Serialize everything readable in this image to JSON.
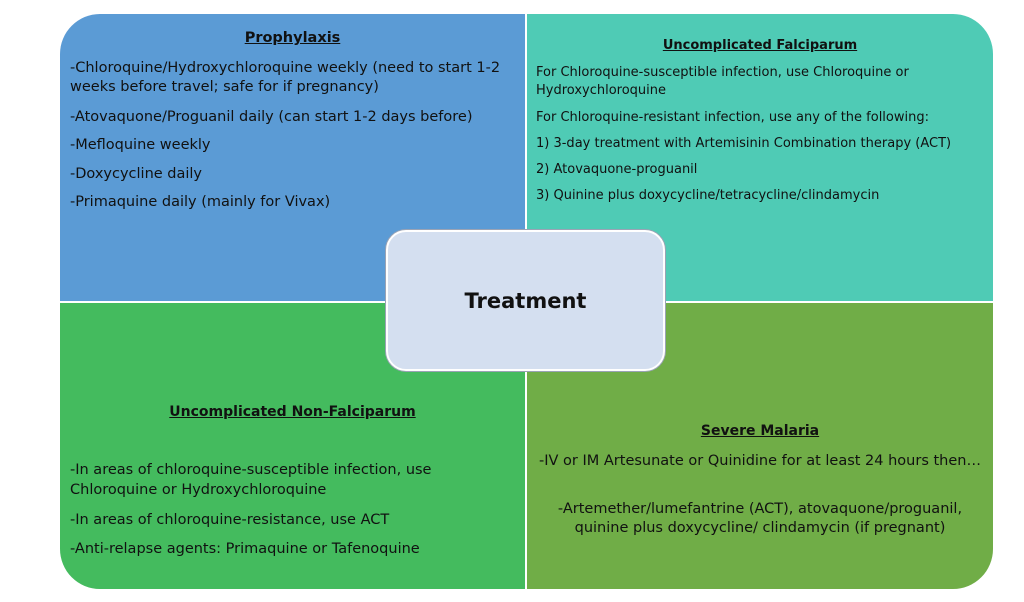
{
  "colors": {
    "prophylaxis": "#5b9bd5",
    "uncomplicated_falciparum": "#4fcbb5",
    "uncomplicated_non_falciparum": "#44bb5e",
    "severe_malaria": "#70ad47",
    "center": "#d4dff0"
  },
  "center": {
    "label": "Treatment"
  },
  "quadrants": {
    "prophylaxis": {
      "title": "Prophylaxis",
      "lines": [
        "-Chloroquine/Hydroxychloroquine weekly (need to start 1-2 weeks before travel; safe for if pregnancy)",
        "-Atovaquone/Proguanil daily (can start 1-2 days before)",
        "-Mefloquine weekly",
        "-Doxycycline daily",
        "-Primaquine daily (mainly for Vivax)"
      ]
    },
    "uncomplicated_falciparum": {
      "title": "Uncomplicated Falciparum",
      "lines": [
        "For Chloroquine-susceptible infection, use Chloroquine or Hydroxychloroquine",
        "For Chloroquine-resistant infection, use any of the following:",
        "1) 3-day treatment with Artemisinin Combination therapy (ACT)",
        "2) Atovaquone-proguanil",
        "3) Quinine plus doxycycline/tetracycline/clindamycin"
      ]
    },
    "uncomplicated_non_falciparum": {
      "title": "Uncomplicated Non-Falciparum",
      "lines": [
        "-In areas of chloroquine-susceptible infection, use Chloroquine or Hydroxychloroquine",
        "-In areas of chloroquine-resistance, use ACT",
        "-Anti-relapse agents: Primaquine or Tafenoquine"
      ]
    },
    "severe_malaria": {
      "title": "Severe Malaria",
      "lines": [
        "-IV or IM Artesunate or Quinidine for at least 24 hours then…",
        "-Artemether/lumefantrine (ACT), atovaquone/proguanil, quinine plus doxycycline/ clindamycin (if pregnant)"
      ]
    }
  }
}
